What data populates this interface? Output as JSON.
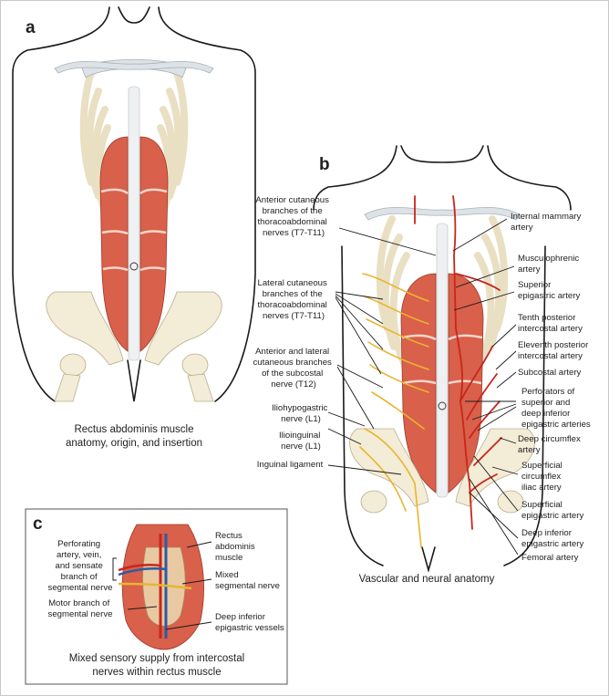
{
  "panels": {
    "a": {
      "letter": "a",
      "caption": [
        "Rectus abdominis muscle",
        "anatomy, origin, and insertion"
      ]
    },
    "b": {
      "letter": "b",
      "caption": "Vascular and neural anatomy",
      "labels_left": {
        "anterior_cutaneous": [
          "Anterior cutaneous",
          "branches of the",
          "thoracoabdominal",
          "nerves (T7-T11)"
        ],
        "lateral_cutaneous": [
          "Lateral cutaneous",
          "branches of the",
          "thoracoabdominal",
          "nerves (T7-T11)"
        ],
        "subcostal_nerve": [
          "Anterior and lateral",
          "cutaneous branches",
          "of the subcostal",
          "nerve (T12)"
        ],
        "iliohypogastric": [
          "Iliohypogastric",
          "nerve (L1)"
        ],
        "ilioinguinal": [
          "Ilioinguinal",
          "nerve (L1)"
        ],
        "inguinal_ligament": [
          "Inguinal ligament"
        ]
      },
      "labels_right": {
        "internal_mammary": [
          "Internal mammary",
          "artery"
        ],
        "musculophrenic": [
          "Musculophrenic",
          "artery"
        ],
        "superior_epigastric": [
          "Superior",
          "epigastric artery"
        ],
        "tenth_posterior": [
          "Tenth posterior",
          "intercostal artery"
        ],
        "eleventh_posterior": [
          "Eleventh posterior",
          "intercostal artery"
        ],
        "subcostal_artery": [
          "Subcostal artery"
        ],
        "perforators": [
          "Perforators of",
          "superior and",
          "deep inferior",
          "epigastric arteries"
        ],
        "deep_circumflex": [
          "Deep circumflex",
          "artery"
        ],
        "superficial_circumflex": [
          "Superficial",
          "circumflex",
          "iliac artery"
        ],
        "superficial_epigastric": [
          "Superficial",
          "epigastric artery"
        ],
        "deep_inferior_epigastric": [
          "Deep inferior",
          "epigastric artery"
        ],
        "femoral": [
          "Femoral artery"
        ]
      }
    },
    "c": {
      "letter": "c",
      "caption": [
        "Mixed sensory supply from intercostal",
        "nerves within rectus muscle"
      ],
      "labels": {
        "perforating": [
          "Perforating",
          "artery, vein,",
          "and sensate",
          "branch of",
          "segmental nerve"
        ],
        "motor": [
          "Motor branch of",
          "segmental nerve"
        ],
        "rectus": [
          "Rectus",
          "abdominis",
          "muscle"
        ],
        "mixed": [
          "Mixed",
          "segmental nerve"
        ],
        "deep_inferior_vessels": [
          "Deep inferior",
          "epigastric vessels"
        ]
      }
    }
  }
}
